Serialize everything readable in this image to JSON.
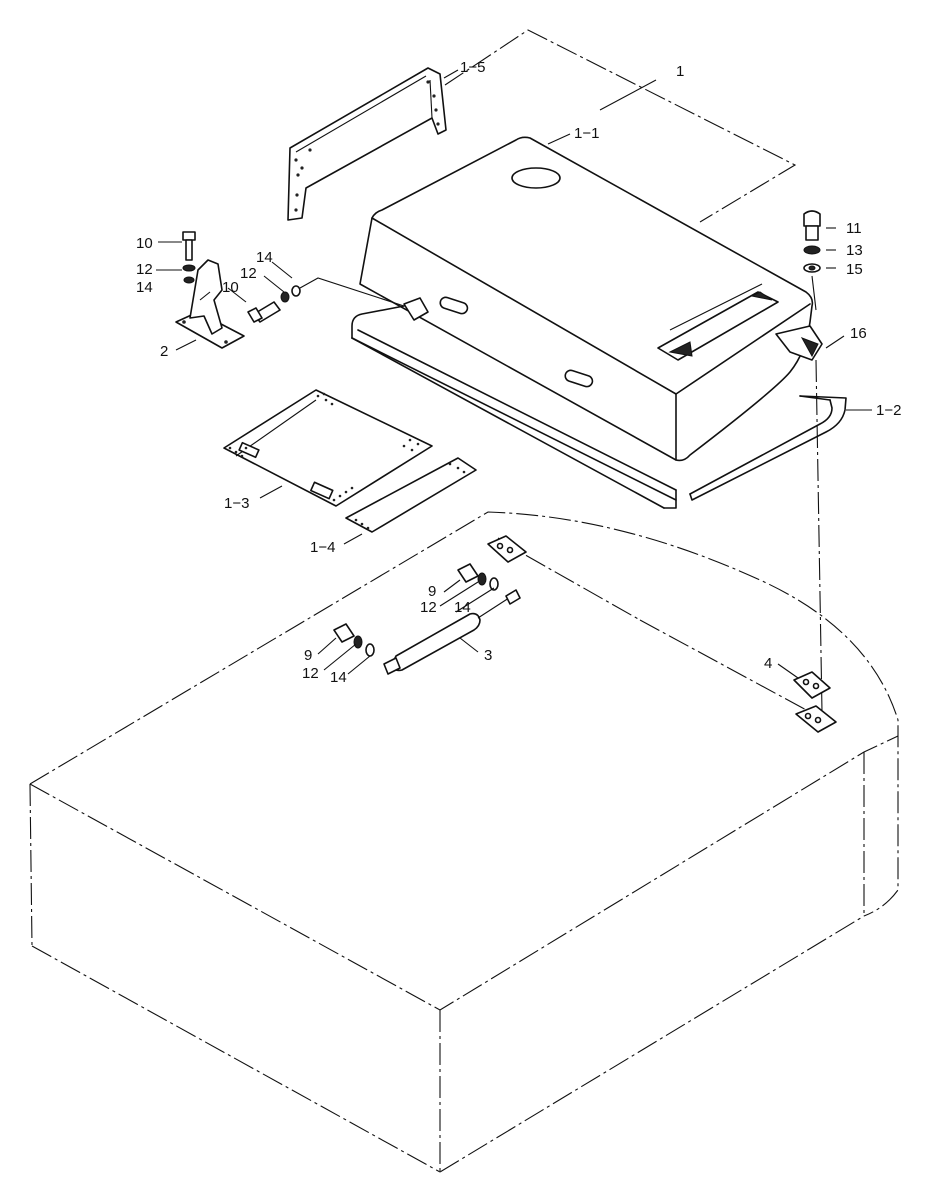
{
  "callouts": {
    "c1": "1",
    "c1_1": "1−1",
    "c1_2": "1−2",
    "c1_3": "1−3",
    "c1_4": "1−4",
    "c1_5": "1−5",
    "c2": "2",
    "c3": "3",
    "c4": "4",
    "c9a": "9",
    "c9b": "9",
    "c10a": "10",
    "c10b": "10",
    "c11": "11",
    "c12a": "12",
    "c12b": "12",
    "c12c": "12",
    "c12d": "12",
    "c13": "13",
    "c14a": "14",
    "c14b": "14",
    "c14c": "14",
    "c14d": "14",
    "c15": "15",
    "c16": "16"
  }
}
